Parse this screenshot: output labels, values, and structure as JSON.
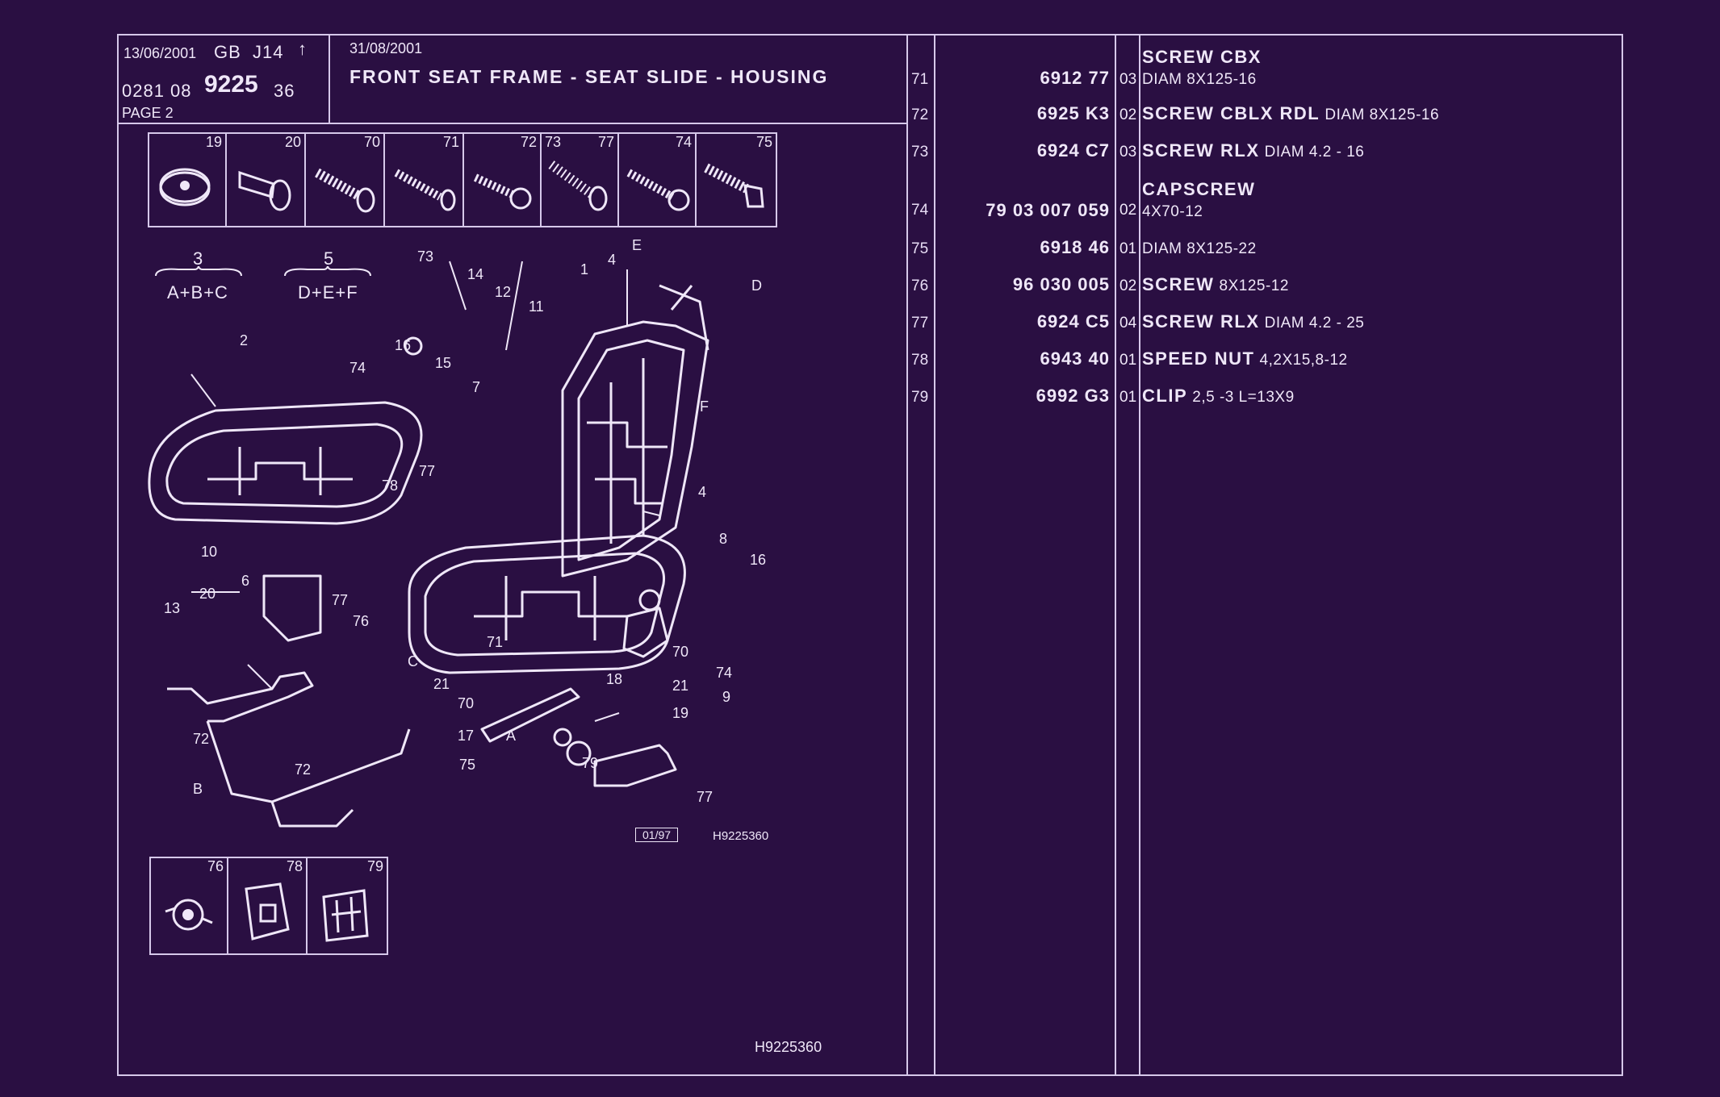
{
  "header": {
    "date1": "13/06/2001",
    "lang": "GB",
    "code": "J14",
    "arrow": "↑",
    "ref_pre": "0281  08",
    "ref_main": "9225",
    "ref_post": "36",
    "page": "PAGE  2",
    "date2": "31/08/2001",
    "title": "FRONT SEAT FRAME - SEAT SLIDE - HOUSING"
  },
  "top_icons": [
    "19",
    "20",
    "70",
    "71",
    "72",
    "73",
    "77",
    "74",
    "75"
  ],
  "bottom_icons": [
    "76",
    "78",
    "79"
  ],
  "groups": [
    {
      "num": "3",
      "formula": "A+B+C"
    },
    {
      "num": "5",
      "formula": "D+E+F"
    }
  ],
  "callouts": [
    "73",
    "14",
    "12",
    "11",
    "1",
    "4",
    "E",
    "D",
    "2",
    "16",
    "74",
    "15",
    "7",
    "F",
    "4",
    "78",
    "77",
    "10",
    "8",
    "16",
    "6",
    "20",
    "13",
    "77",
    "76",
    "C",
    "71",
    "70",
    "21",
    "70",
    "18",
    "21",
    "19",
    "9",
    "74",
    "A",
    "72",
    "17",
    "72",
    "75",
    "B",
    "79",
    "77"
  ],
  "drawing_meta": {
    "stamp": "01/97",
    "code": "H9225360"
  },
  "footer_code": "H9225360",
  "parts": [
    {
      "idx": "71",
      "ref": "6912 77",
      "qty": "03",
      "name": "SCREW CBX",
      "spec": "DIAM 8X125-16"
    },
    {
      "idx": "72",
      "ref": "6925 K3",
      "qty": "02",
      "name": "SCREW CBLX RDL",
      "spec": "DIAM 8X125-16"
    },
    {
      "idx": "73",
      "ref": "6924 C7",
      "qty": "03",
      "name": "SCREW RLX",
      "spec": "DIAM 4.2 - 16"
    },
    {
      "idx": "74",
      "ref": "79 03 007 059",
      "qty": "02",
      "name": "CAPSCREW",
      "spec": "4X70-12"
    },
    {
      "idx": "75",
      "ref": "6918 46",
      "qty": "01",
      "name": "",
      "spec": "DIAM 8X125-22"
    },
    {
      "idx": "76",
      "ref": "96 030 005",
      "qty": "02",
      "name": "SCREW",
      "spec": "8X125-12"
    },
    {
      "idx": "77",
      "ref": "6924 C5",
      "qty": "04",
      "name": "SCREW RLX",
      "spec": "DIAM 4.2 - 25"
    },
    {
      "idx": "78",
      "ref": "6943 40",
      "qty": "01",
      "name": "SPEED NUT",
      "spec": "4,2X15,8-12"
    },
    {
      "idx": "79",
      "ref": "6992 G3",
      "qty": "01",
      "name": "CLIP",
      "spec": "2,5 -3 L=13X9"
    }
  ]
}
